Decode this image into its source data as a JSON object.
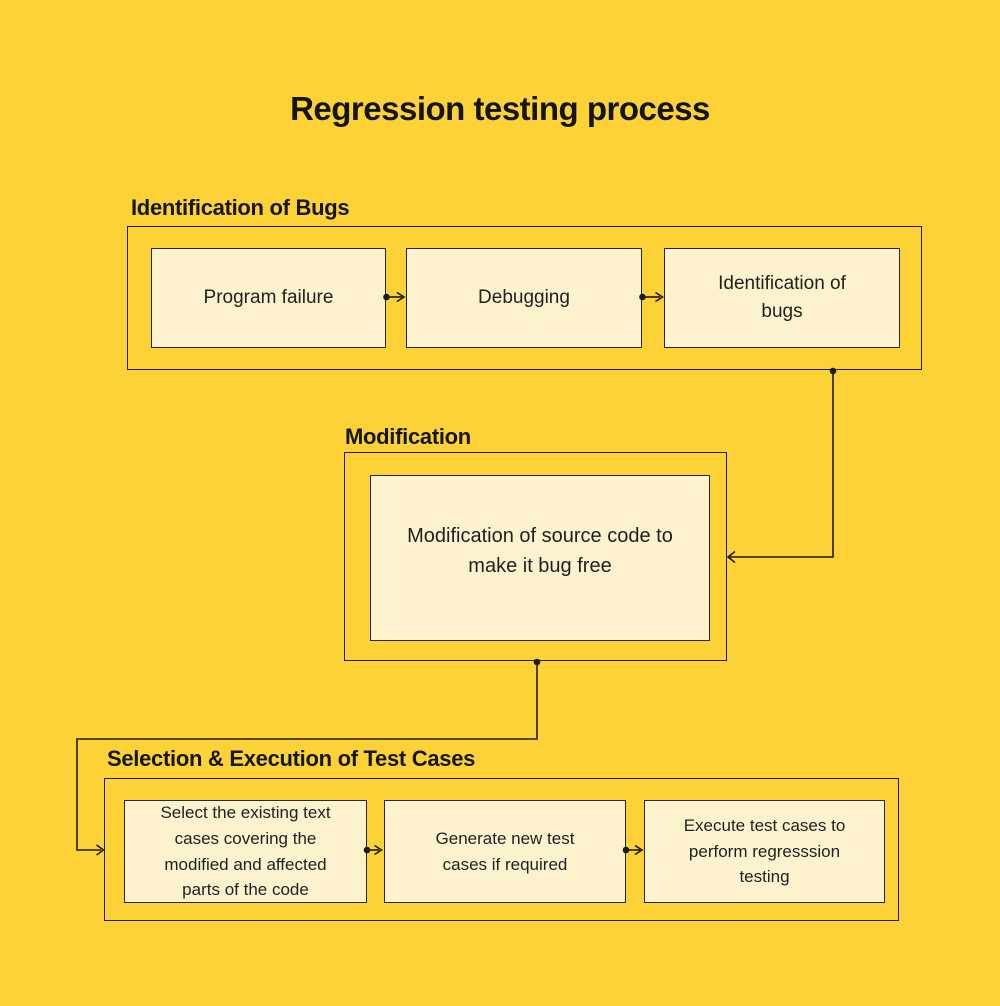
{
  "title": "Regression testing process",
  "colors": {
    "background": "#FCD237",
    "box_fill": "#FCF3CE",
    "line": "#1C1C1C",
    "text": "#1F1F1F"
  },
  "sections": [
    {
      "id": "identification-of-bugs-group",
      "heading": "Identification of Bugs",
      "boxes": [
        {
          "id": "program-failure",
          "label": "Program failure"
        },
        {
          "id": "debugging",
          "label": "Debugging"
        },
        {
          "id": "identification-of-bugs",
          "label": "Identification of\nbugs"
        }
      ]
    },
    {
      "id": "modification-group",
      "heading": "Modification",
      "boxes": [
        {
          "id": "modification-source-code",
          "label": "Modification of source code to\nmake it bug free"
        }
      ]
    },
    {
      "id": "selection-execution-group",
      "heading": "Selection & Execution of Test Cases",
      "boxes": [
        {
          "id": "select-existing-cases",
          "label": "Select the existing text\ncases covering the\nmodified and affected\nparts of the code"
        },
        {
          "id": "generate-new-cases",
          "label": "Generate new test\ncases if required"
        },
        {
          "id": "execute-test-cases",
          "label": "Execute test cases to\nperform regresssion\ntesting"
        }
      ]
    }
  ],
  "connections": [
    {
      "from": "program-failure",
      "to": "debugging"
    },
    {
      "from": "debugging",
      "to": "identification-of-bugs"
    },
    {
      "from": "identification-of-bugs-group",
      "to": "modification-source-code"
    },
    {
      "from": "modification-source-code",
      "to": "selection-execution-group"
    },
    {
      "from": "select-existing-cases",
      "to": "generate-new-cases"
    },
    {
      "from": "generate-new-cases",
      "to": "execute-test-cases"
    }
  ]
}
